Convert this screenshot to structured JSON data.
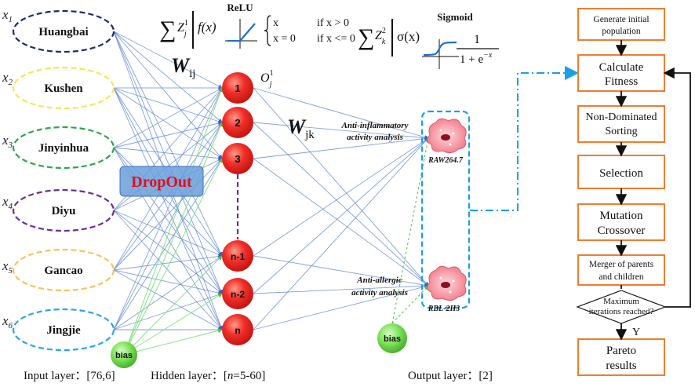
{
  "inputs": [
    {
      "var": "x",
      "sub": "1",
      "name": "Huangbai",
      "color": "#1f2a6b"
    },
    {
      "var": "x",
      "sub": "2",
      "name": "Kushen",
      "color": "#f2e85a"
    },
    {
      "var": "x",
      "sub": "3",
      "name": "Jinyinhua",
      "color": "#2ea64a"
    },
    {
      "var": "x",
      "sub": "4",
      "name": "Diyu",
      "color": "#6b2c9a"
    },
    {
      "var": "x",
      "sub": "5",
      "name": "Gancao",
      "color": "#f5c35a"
    },
    {
      "var": "x",
      "sub": "6",
      "name": "Jingjie",
      "color": "#2aa5e6"
    }
  ],
  "hidden_nodes": [
    "1",
    "2",
    "3",
    "n-1",
    "n-2",
    "n"
  ],
  "bias_label": "bias",
  "dropout_label": "DropOut",
  "weights": {
    "w_ij": "W",
    "w_ij_sub": "ij",
    "w_jk": "W",
    "w_jk_sub": "jk"
  },
  "hidden_output": {
    "var": "O",
    "sup": "1",
    "sub": "j"
  },
  "formula": {
    "relu_title": "ReLU",
    "sum_left": "∑",
    "z_left": "Z",
    "z_left_sup": "1",
    "z_left_sub": "j",
    "fx": "f(x)",
    "case1_val": "x",
    "case1_cond": "if x > 0",
    "case2_val": "x = 0",
    "case2_cond": "if x <= 0",
    "sum_right": "∑",
    "z_right": "Z",
    "z_right_sup": "2",
    "z_right_sub": "k",
    "sigma": "σ(x)",
    "sigmoid_title": "Sigmoid",
    "frac_num": "1",
    "frac_den": "1 + e",
    "frac_den_exp": "−x"
  },
  "outputs": [
    {
      "analysis": "Anti-inflammatory",
      "analysis2": "activity analysis",
      "cell": "RAW264.7"
    },
    {
      "analysis": "Anti-allergic",
      "analysis2": "activity analysis",
      "cell": "RBL-2H3"
    }
  ],
  "layers": {
    "input": "Input layer：[76,6]",
    "hidden_prefix": "Hidden layer：[",
    "hidden_var": "n",
    "hidden_suffix": "=5-60]",
    "output": "Output layer：[2]"
  },
  "flowchart": {
    "steps": [
      "Generate initial population",
      "Calculate Fitness",
      "Non-Dominated Sorting",
      "Selection",
      "Mutation Crossover",
      "Merger of parents and children"
    ],
    "decision": "Maximum iterations reached?",
    "yes_label": "Y",
    "final": "Pareto results"
  },
  "colors": {
    "node_red": "#e8221c",
    "bias_green": "#5ccf3c",
    "dropout_blue": "#6a9edb",
    "dropout_text": "#e0101a",
    "flow_orange": "#ee7d31",
    "dash_blue": "#1aa0e6",
    "line_blue": "#5a7fcf",
    "line_green": "#7ae07a"
  }
}
